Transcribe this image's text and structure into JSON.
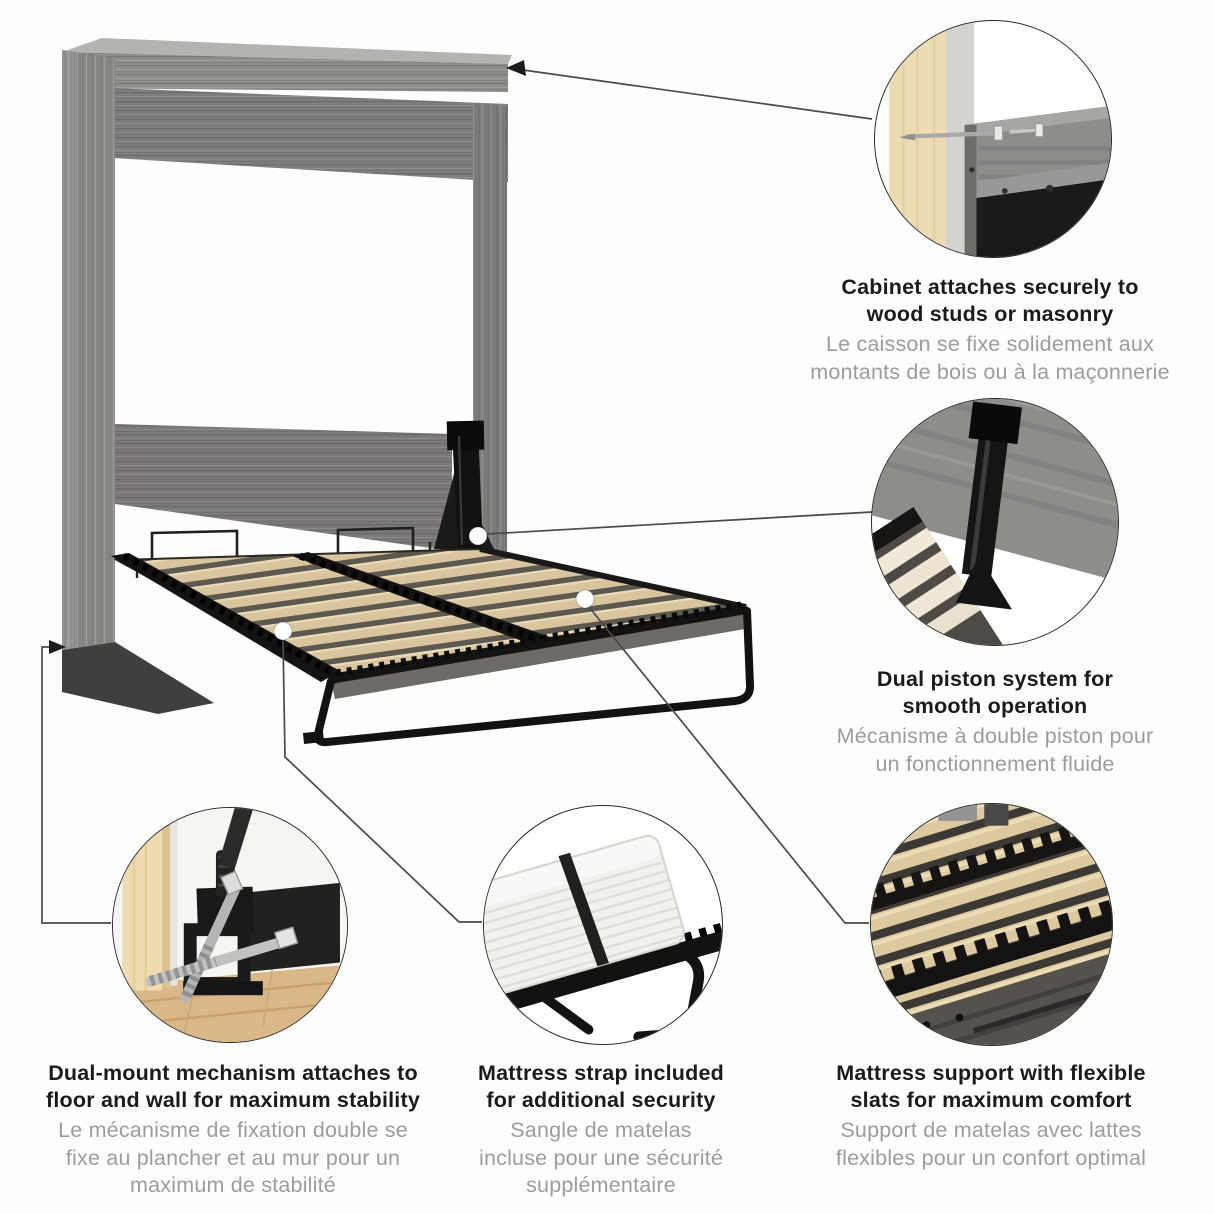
{
  "features": [
    {
      "id": "cabinet-attachment",
      "text_en": "Cabinet attaches securely to\nwood studs or masonry",
      "text_fr": "Le caisson se fixe solidement aux\nmontants de bois ou à la maçonnerie"
    },
    {
      "id": "dual-piston",
      "text_en": "Dual piston system for\nsmooth operation",
      "text_fr": "Mécanisme à double piston pour\nun fonctionnement fluide"
    },
    {
      "id": "dual-mount",
      "text_en": "Dual-mount mechanism attaches to\nfloor and wall for maximum stability",
      "text_fr": "Le mécanisme de fixation double se\nfixe au plancher et au mur pour un\nmaximum de stabilité"
    },
    {
      "id": "mattress-strap",
      "text_en": "Mattress strap included\nfor additional security",
      "text_fr": "Sangle de matelas\nincluse pour une sécurité\nsupplémentaire"
    },
    {
      "id": "slat-support",
      "text_en": "Mattress support with flexible\nslats for maximum comfort",
      "text_fr": "Support de matelas avec lattes\nflexibles pour un confort optimal"
    }
  ],
  "palette": {
    "background": "#fdfdfc",
    "text_en": "#1b1b1b",
    "text_fr": "#9c9c9c",
    "connector_line": "#4a4a4a",
    "cabinet_wood_gray": "#8f8d8a",
    "slat_wood_tan": "#d9c59d",
    "frame_black": "#141312",
    "stud_wood_tan": "#ecdbb3",
    "floor_wood": "#d9b787",
    "mattress_white": "#f2f1ee"
  }
}
